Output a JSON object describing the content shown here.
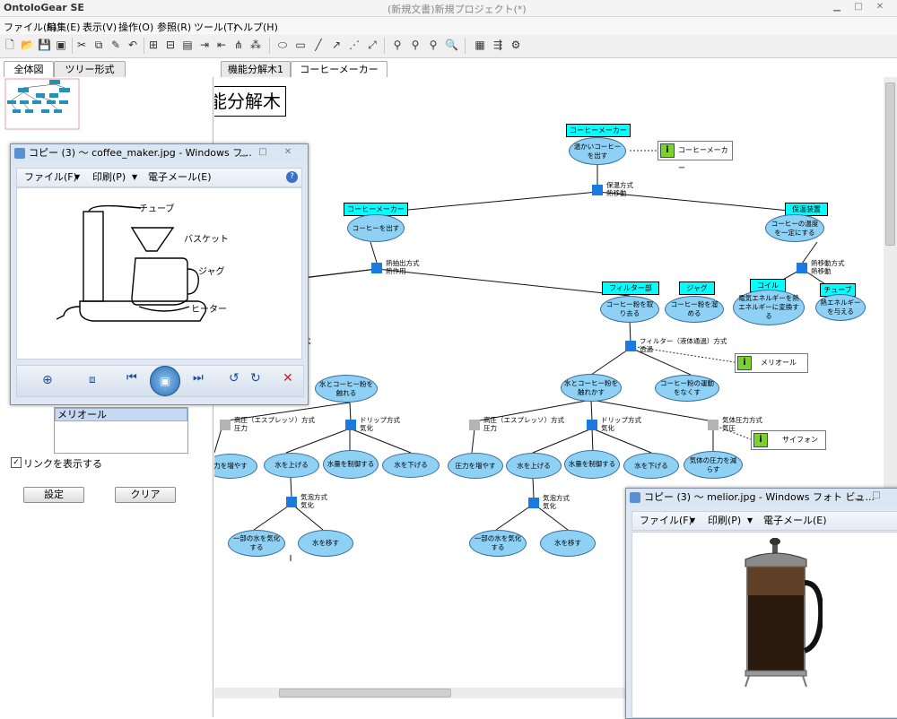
{
  "app": {
    "name": "OntoloGear SE",
    "doc_title": "(新規文書)新規プロジェクト(*)"
  },
  "menubar": [
    "ファイル(F)",
    "編集(E)",
    "表示(V)",
    "操作(O)",
    "参照(R)",
    "ツール(T)",
    "ヘルプ(H)"
  ],
  "left_tabs": [
    "全体図",
    "ツリー形式"
  ],
  "canvas_tabs": [
    "機能分解木1",
    "コーヒーメーカー"
  ],
  "left_panel": {
    "list_item": "メリオール",
    "checkbox_label": "リンクを表示する",
    "settings_button": "設定",
    "clear_button": "クリア"
  },
  "canvas": {
    "title_fragment": "能分解木",
    "cat_labels": {
      "root": "コーヒーメーカー",
      "left": "コーヒーメーカー",
      "right": "保温装置",
      "coil": "コイル",
      "tube": "チューブ",
      "filter": "フィルター部",
      "jug": "ジャグ"
    },
    "functions": {
      "root": "温かいコーヒーを出す",
      "brew": "コーヒーを出す",
      "keepwarm": "コーヒーの温度を一定にする",
      "heat_to_elec": "電気エネルギーを熱エネルギーに変換する",
      "apply_heat": "熱エネルギーを与える",
      "take_powder": "コーヒー粉を取り去る",
      "store_powder": "コーヒー粉を溜める",
      "wet_left": "水とコーヒー粉を触れる",
      "wet_center": "水とコーヒー粉を触れかす",
      "no_move": "コーヒー粉の運動をなくす",
      "pressure_left": "力を増やす",
      "raise_left": "水を上げる",
      "control_left": "水量を制御する",
      "lower_left": "水を下げる",
      "vapor_left": "一部の水を気化する",
      "move_left": "水を移す",
      "pressure_center": "圧力を増やす",
      "raise_center": "水を上げる",
      "control_center": "水量を制御する",
      "lower_center": "水を下げる",
      "vapor_center": "一部の水を気化する",
      "move_center": "水を移す",
      "gas_pressure": "気体の圧力を減らす"
    },
    "ways": {
      "keep_heat": "保温方式\n熱移動",
      "brew_method": "熱抽出方式\n熱作用",
      "heat_move": "熱移動方式\n熱移動",
      "filter_method": "フィルター（液体通過）方式\n透過",
      "high_pressure_left": "高圧（エスプレッソ）方式\n圧力",
      "drip_left": "ドリップ方式\n気化",
      "bubble_left": "気泡方式\n気化",
      "high_pressure_center": "高圧（エスプレッソ）方式\n圧力",
      "drip_center": "ドリップ方式\n気化",
      "gas_pressure": "気体圧力方式\n気圧",
      "bubble_center": "気泡方式\n気化",
      "hidden_label": "式"
    },
    "info_boxes": {
      "coffee_maker": "コーヒーメーカー",
      "melior": "メリオール",
      "siphon": "サイフォン"
    }
  },
  "photo_windows": [
    {
      "title": "コピー (3) ～ coffee_maker.jpg - Windows フ...",
      "menu": [
        "ファイル(F)",
        "印刷(P)",
        "電子メール(E)"
      ],
      "labels": [
        "チューブ",
        "バスケット",
        "ジャグ",
        "ヒーター"
      ]
    },
    {
      "title": "コピー (3) ～ melior.jpg - Windows フォト ビュ...",
      "menu": [
        "ファイル(F)",
        "印刷(P)",
        "電子メール(E)"
      ]
    }
  ],
  "colors": {
    "category": "#00ffff",
    "function": "#8fd1f5",
    "way": "#1a7ae0",
    "way_gray": "#b4b4b4",
    "info": "#7cd12b"
  }
}
